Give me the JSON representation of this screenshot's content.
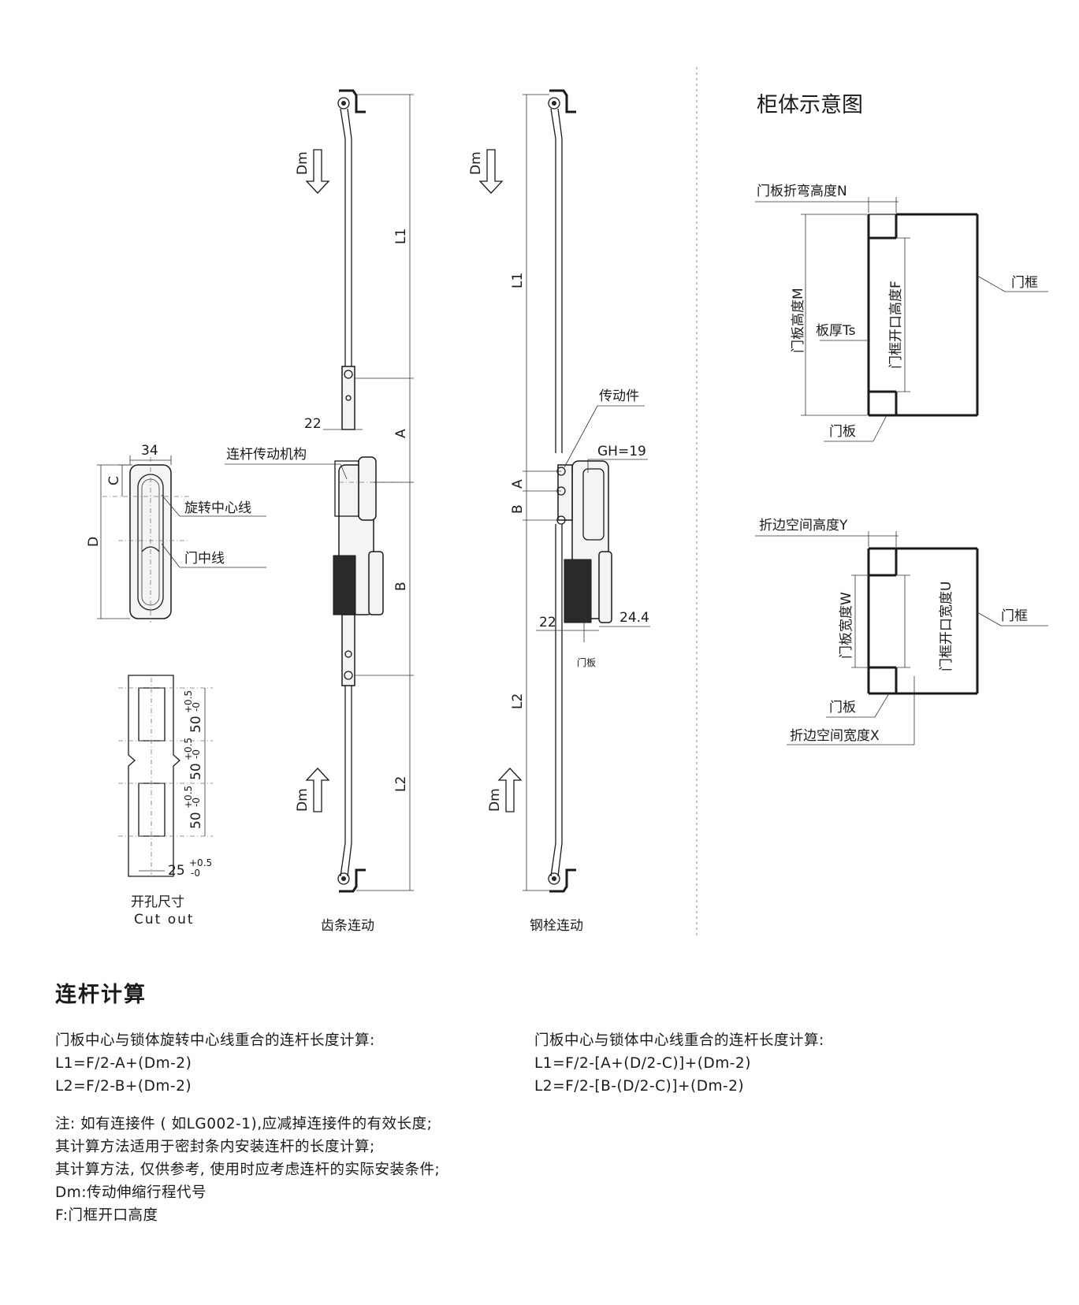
{
  "drawing": {
    "cabinet_title": "柜体示意图",
    "upper_cabinet": {
      "bend_height": "门板折弯高度N",
      "panel_height": "门板高度M",
      "thickness": "板厚Ts",
      "opening_height": "门框开口高度F",
      "frame": "门框",
      "panel": "门板"
    },
    "lower_cabinet": {
      "flange_height": "折边空间高度Y",
      "panel_width": "门板宽度W",
      "opening_width": "门框开口宽度U",
      "frame": "门框",
      "panel": "门板",
      "flange_width": "折边空间宽度X"
    },
    "handle": {
      "width": "34",
      "c": "C",
      "d": "D",
      "rotation_center": "旋转中心线",
      "door_center": "门中线"
    },
    "cutout": {
      "dim1": "50",
      "dim2": "50",
      "dim3": "50",
      "tol_plus": "+0.5",
      "tol_minus": "-0",
      "width": "25",
      "label_cn": "开孔尺寸",
      "label_en": "Cut out"
    },
    "rack": {
      "dm_top": "Dm",
      "dm_bottom": "Dm",
      "l1": "L1",
      "a": "A",
      "b": "B",
      "l2": "L2",
      "dim_22": "22",
      "mechanism": "连杆传动机构",
      "caption": "齿条连动"
    },
    "bolt": {
      "dm_top": "Dm",
      "dm_bottom": "Dm",
      "l1": "L1",
      "a": "A",
      "b": "B",
      "l2": "L2",
      "transmission": "传动件",
      "gh": "GH=19",
      "dim_22": "22",
      "dim_24_4": "24.4",
      "panel": "门板",
      "caption": "钢栓连动"
    }
  },
  "calc": {
    "title": "连杆计算",
    "left": {
      "heading": "门板中心与锁体旋转中心线重合的连杆长度计算:",
      "l1": "L1=F/2-A+(Dm-2)",
      "l2": "L2=F/2-B+(Dm-2)"
    },
    "right": {
      "heading": "门板中心与锁体中心线重合的连杆长度计算:",
      "l1": "L1=F/2-[A+(D/2-C)]+(Dm-2)",
      "l2": "L2=F/2-[B-(D/2-C)]+(Dm-2)"
    },
    "notes": [
      "注: 如有连接件 ( 如LG002-1),应减掉连接件的有效长度;",
      "其计算方法适用于密封条内安装连杆的长度计算;",
      "其计算方法, 仅供参考, 使用时应考虑连杆的实际安装条件;",
      "Dm:传动伸缩行程代号",
      "F:门框开口高度"
    ]
  }
}
